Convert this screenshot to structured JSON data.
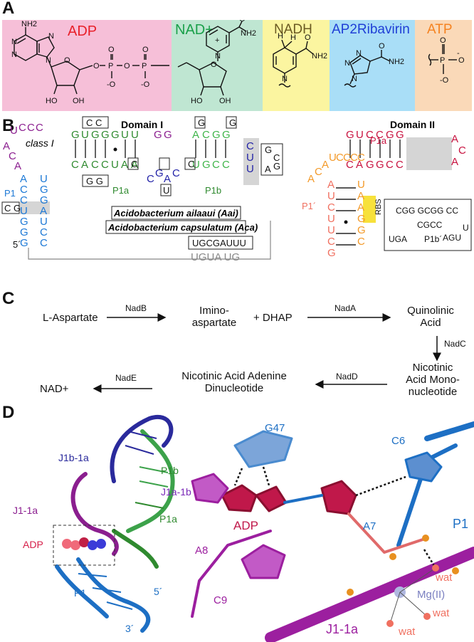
{
  "panel_letters": {
    "a": "A",
    "b": "B",
    "c": "C",
    "d": "D"
  },
  "panel_a": {
    "adp": {
      "label": "ADP",
      "color": "#e8202a",
      "bg": "#f6bfd8",
      "chem": {
        "nh2": "NH2",
        "n1": "N",
        "n3": "N",
        "n7": "N",
        "n9": "N",
        "o_ring": "O",
        "o1": "O",
        "o2": "O",
        "p1": "P",
        "p2": "P",
        "po1": "O",
        "po2": "O",
        "mo1": "-O",
        "mo2": "-O",
        "ho1": "HO",
        "oh1": "OH"
      }
    },
    "nad": {
      "label": "NAD+",
      "color": "#1aa04a",
      "bg": "#bfe6d2",
      "chem": {
        "amide": "NH2",
        "o": "O",
        "nplus": "N",
        "plus": "+",
        "o_ring": "O",
        "ho": "HO",
        "oh": "OH"
      }
    },
    "nadh": {
      "label": "NADH",
      "color": "#6b5a22",
      "bg": "#fbf5a0",
      "chem": {
        "h1": "H",
        "h2": "H",
        "amide": "NH2",
        "o": "O",
        "n": "N"
      }
    },
    "ribavirin": {
      "label": "AP2Ribavirin",
      "color": "#1f3fd6",
      "bg": "#a9def7",
      "chem": {
        "n1": "N",
        "n2": "N",
        "n3": "N",
        "amide": "NH2",
        "o": "O"
      }
    },
    "atp": {
      "label": "ATP",
      "color": "#f5821f",
      "bg": "#fad9b8",
      "chem": {
        "p": "P",
        "o1": "O",
        "o2": "O",
        "mo": "-O",
        "mo2": "-"
      }
    }
  },
  "panel_b": {
    "domain1": "Domain I",
    "domain2": "Domain II",
    "class": "class I",
    "loop_i": [
      "U",
      "C",
      "C",
      "C"
    ],
    "loop_i_left": [
      "A",
      "C",
      "A"
    ],
    "p1_5p": [
      "A",
      "C",
      "C",
      "U",
      "G",
      "G",
      "G"
    ],
    "p1_3p": [
      "U",
      "G",
      "G",
      "A",
      "U",
      "C",
      "C"
    ],
    "p1a_top": [
      "G",
      "U",
      "G",
      "G",
      "G",
      "U",
      "U"
    ],
    "p1a_bottom": [
      "C",
      "A",
      "C",
      "C",
      "U",
      "A",
      "A"
    ],
    "gg_loop": [
      "G",
      "G"
    ],
    "p1b_top": [
      "A",
      "C",
      "G",
      "G"
    ],
    "p1b_bottom": [
      "U",
      "G",
      "C",
      "C"
    ],
    "p1b_tip": [
      "C",
      "U",
      "U"
    ],
    "j1a_1b": [
      "C",
      "G",
      "A",
      "C"
    ],
    "var_top_p1a": "C C",
    "var_bot_p1a": "G G",
    "var_g1": "G",
    "var_g2": "G",
    "var_c1": "C",
    "var_c2": "C",
    "var_u": "U",
    "var_cg": "C G",
    "var_gca": [
      "G",
      "C",
      "G",
      "A"
    ],
    "labels": {
      "p1": "P1",
      "p1a": "P1a",
      "p1b": "P1b",
      "five_prime": "5´",
      "p1prime": "P1´",
      "p1a_prime": "P1a´",
      "p1b_prime": "P1b´",
      "rbs": "RBS"
    },
    "species_aai": "Acidobacterium ailaaui (Aai)",
    "species_aca": "Acidobacterium capsulatum (Aca)",
    "seq_box": "UGCGAUUU",
    "seq_grey": "UGUA UG",
    "d2_loop": [
      "A",
      "C",
      "A",
      "U",
      "C",
      "C",
      "C",
      "C"
    ],
    "d2_p1a_top": [
      "G",
      "U",
      "C",
      "C",
      "G",
      "G"
    ],
    "d2_p1a_bottom": [
      "C",
      "A",
      "G",
      "G",
      "C",
      "C"
    ],
    "d2_p1a_tip": [
      "A",
      "C",
      "A"
    ],
    "d2_p1p_left": [
      "A",
      "U",
      "C",
      "U",
      "U",
      "C",
      "G"
    ],
    "d2_p1p_right": [
      "U",
      "A",
      "A",
      "G",
      "G",
      "C"
    ],
    "alt_box": {
      "top": "CGG GCGG CC",
      "left": "UGA",
      "mid": "CGCC",
      "right": "AGU",
      "lbl": "P1b´",
      "u": "U"
    }
  },
  "panel_c": {
    "aspartate": "L-Aspartate",
    "nadb": "NadB",
    "iminoaspartate": "Imino-\naspartate",
    "dhap": "+ DHAP",
    "nada": "NadA",
    "quinolinic": "Quinolinic\nAcid",
    "nadc": "NadC",
    "namn": "Nicotinic\nAcid Mono-\nnucleotide",
    "nadd": "NadD",
    "naad": "Nicotinic Acid Adenine\nDinucleotide",
    "nade": "NadE",
    "nad": "NAD+"
  },
  "panel_d": {
    "left_labels": {
      "j1b_1a": "J1b-1a",
      "p1b": "P1b",
      "j1a_1b": "J1a-1b",
      "j1_1a": "J1-1a",
      "p1a": "P1a",
      "adp": "ADP",
      "p1": "P1",
      "five": "5´",
      "three": "3´"
    },
    "right_labels": {
      "g47": "G47",
      "c6": "C6",
      "adp": "ADP",
      "a7": "A7",
      "p1": "P1",
      "a8": "A8",
      "c9": "C9",
      "wat1": "wat",
      "mg": "Mg(II)",
      "wat2": "wat",
      "wat3": "wat",
      "j1_1a": "J1-1a"
    }
  },
  "colors": {
    "black": "#111111",
    "purple": "#8b1e8f",
    "green": "#2f8a2f",
    "lightgreen": "#3fb54a",
    "blue": "#1d79d6",
    "navy": "#2323a8",
    "orange": "#f39a2a",
    "salmon": "#f07060",
    "crimson": "#c8123f",
    "magenta": "#9c1f9f",
    "grey": "#888888",
    "rbs": "#f7e13b"
  }
}
